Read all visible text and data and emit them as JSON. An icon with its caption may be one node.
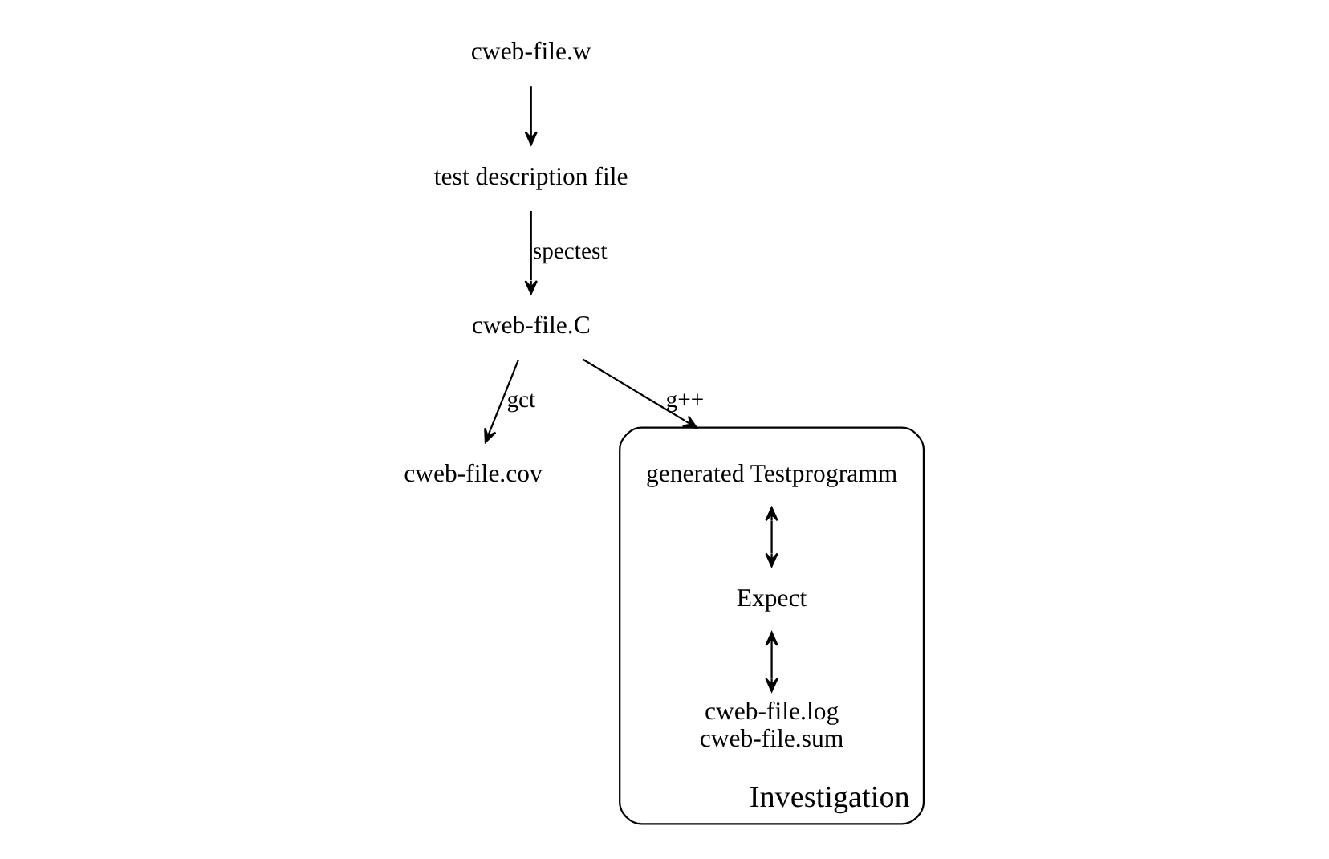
{
  "diagram": {
    "nodes": [
      {
        "text": [
          "cweb-file.w"
        ]
      },
      {
        "text": [
          "test description file"
        ]
      },
      {
        "text": [
          "cweb-file.C"
        ]
      },
      {
        "text": [
          "cweb-file.cov"
        ]
      },
      {
        "text": [
          "Investigation"
        ]
      },
      {
        "text": [
          "generated Testprogramm"
        ],
        "in": 4
      },
      {
        "text": [
          "Expect"
        ],
        "in": 4
      },
      {
        "text": [
          "cweb-file.log",
          "cweb-file.sum"
        ],
        "in": 4
      }
    ],
    "edges": [
      {
        "from": 0,
        "to": 1,
        "arrow": "to"
      },
      {
        "from": 1,
        "to": 2,
        "arrow": "to",
        "label": "spectest"
      },
      {
        "from": 2,
        "to": 3,
        "arrow": "to",
        "label": "gct"
      },
      {
        "from": 2,
        "to": 4,
        "arrow": "to",
        "label": "g++"
      },
      {
        "from": 5,
        "to": 6,
        "arrow": "both"
      },
      {
        "from": 6,
        "to": 7,
        "arrow": "both"
      }
    ]
  }
}
